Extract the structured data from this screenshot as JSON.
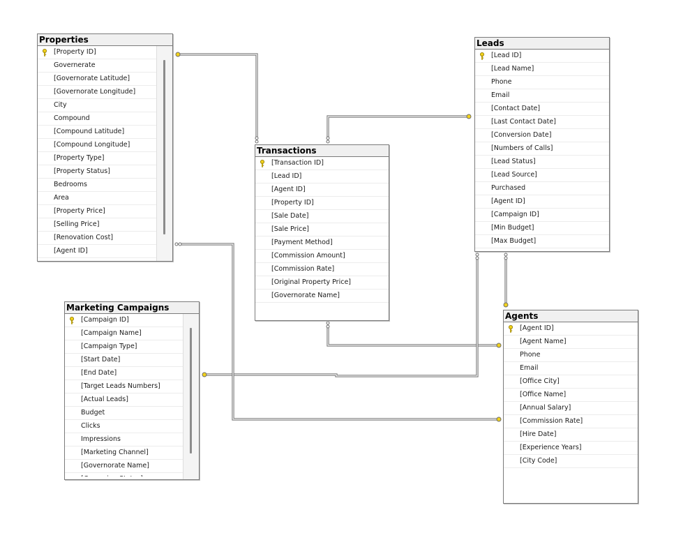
{
  "tables": {
    "properties": {
      "title": "Properties",
      "columns": [
        "[Property ID]",
        "Governerate",
        "[Governorate Latitude]",
        "[Governorate Longitude]",
        "City",
        "Compound",
        "[Compound Latitude]",
        "[Compound Longitude]",
        "[Property Type]",
        "[Property Status]",
        "Bedrooms",
        "Area",
        "[Property Price]",
        "[Selling Price]",
        "[Renovation Cost]",
        "[Agent ID]"
      ],
      "primary_key": "[Property ID]"
    },
    "transactions": {
      "title": "Transactions",
      "columns": [
        "[Transaction ID]",
        "[Lead ID]",
        "[Agent ID]",
        "[Property ID]",
        "[Sale Date]",
        "[Sale Price]",
        "[Payment Method]",
        "[Commission Amount]",
        "[Commission Rate]",
        "[Original Property Price]",
        "[Governorate Name]"
      ],
      "primary_key": "[Transaction ID]"
    },
    "leads": {
      "title": "Leads",
      "columns": [
        "[Lead ID]",
        "[Lead Name]",
        "Phone",
        "Email",
        "[Contact Date]",
        "[Last Contact Date]",
        "[Conversion Date]",
        "[Numbers of Calls]",
        "[Lead Status]",
        "[Lead Source]",
        "Purchased",
        "[Agent ID]",
        "[Campaign ID]",
        "[Min Budget]",
        "[Max Budget]"
      ],
      "primary_key": "[Lead ID]"
    },
    "marketing_campaigns": {
      "title": "Marketing Campaigns",
      "columns": [
        "[Campaign ID]",
        "[Campaign Name]",
        "[Campaign Type]",
        "[Start Date]",
        "[End Date]",
        "[Target Leads Numbers]",
        "[Actual Leads]",
        "Budget",
        "Clicks",
        "Impressions",
        "[Marketing Channel]",
        "[Governorate Name]",
        "[Campaign Status]"
      ],
      "primary_key": "[Campaign ID]"
    },
    "agents": {
      "title": "Agents",
      "columns": [
        "[Agent ID]",
        "[Agent Name]",
        "Phone",
        "Email",
        "[Office City]",
        "[Office Name]",
        "[Annual Salary]",
        "[Commission Rate]",
        "[Hire Date]",
        "[Experience Years]",
        "[City Code]"
      ],
      "primary_key": "[Agent ID]"
    }
  },
  "relationships": [
    {
      "from": "properties",
      "to": "transactions",
      "one": "properties",
      "many": "transactions"
    },
    {
      "from": "leads",
      "to": "transactions",
      "one": "leads",
      "many": "transactions"
    },
    {
      "from": "agents",
      "to": "transactions",
      "one": "agents",
      "many": "transactions"
    },
    {
      "from": "agents",
      "to": "leads",
      "one": "agents",
      "many": "leads"
    },
    {
      "from": "marketing_campaigns",
      "to": "leads",
      "one": "marketing_campaigns",
      "many": "leads"
    },
    {
      "from": "agents",
      "to": "properties",
      "one": "agents",
      "many": "properties"
    }
  ],
  "colors": {
    "key_icon": "#f2d21b",
    "line": "#6e6e6e",
    "endpoint_one": "#f2d21b"
  },
  "icons": {
    "primary_key": "key-icon"
  }
}
